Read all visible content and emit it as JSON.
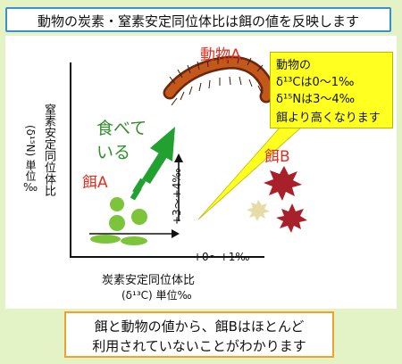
{
  "title": "動物の炭素・窒素安定同位体比は餌の値を反映します",
  "axes": {
    "y_label_line1": "窒素安定同位体比",
    "y_label_line2": "(δ¹⁵N) 単位‰",
    "x_label_line1": "炭素安定同位体比",
    "x_label_line2": "(δ¹³C) 単位‰"
  },
  "labels": {
    "animal_a": "動物A",
    "food_a": "餌A",
    "food_b": "餌B",
    "eating_line1": "食べて",
    "eating_line2": "いる",
    "shift_c": "+0〜+1‰",
    "shift_n": "+3〜+4‰"
  },
  "callout": {
    "line1": "動物の",
    "line2": "δ¹³Cは0〜1‰",
    "line3": "δ¹⁵Nは3〜4‰",
    "line4": "餌より高くなります"
  },
  "conclusion": {
    "line1": "餌と動物の値から、餌Bはほとんど",
    "line2": "利用されていないことがわかります"
  },
  "colors": {
    "background": "#e4f3c6",
    "title_border": "#3a8fd0",
    "conclusion_border": "#f2a02a",
    "callout_fill": "#ffff20",
    "red_text": "#e03020",
    "green_text": "#2f8f2a",
    "food_a": "#7cc43a",
    "food_b": "#a8202a",
    "leaf_b_light": "#e6dca8",
    "arrow_green": "#22a030"
  }
}
